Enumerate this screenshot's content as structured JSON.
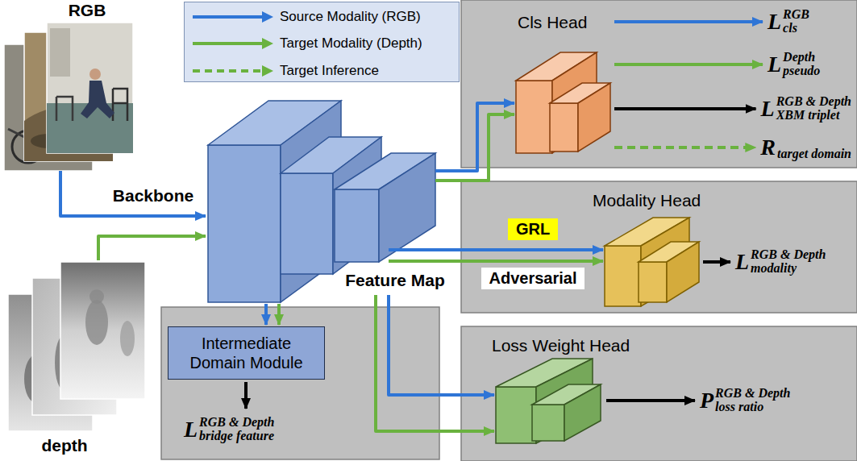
{
  "diagram": {
    "nodes": [
      {
        "text": [
          "Cls Head"
        ]
      },
      {
        "text": [
          "Modality Head"
        ]
      },
      {
        "text": [
          "GRL"
        ],
        "in": 1
      },
      {
        "text": [
          "Adversarial"
        ],
        "in": 1
      },
      {
        "text": [
          "Loss Weight Head"
        ]
      },
      {
        "text": [
          "Intermediate Domain Module"
        ]
      }
    ],
    "labels": [
      "RGB",
      "Backbone",
      "Feature Map",
      "depth",
      "L",
      "RGB",
      "cls",
      "L",
      "Depth",
      "pseudo",
      "L",
      "RGB & Depth",
      "XBM triplet",
      "R",
      "target domain",
      "L",
      "RGB & Depth",
      "modality",
      "P",
      "RGB & Depth",
      "loss ratio",
      "L",
      "RGB & Depth",
      "bridge feature"
    ],
    "legend": [
      {
        "text": "Source Modality (RGB)"
      },
      {
        "text": "Target Modality (Depth)"
      },
      {
        "text": "Target Inference"
      }
    ]
  }
}
